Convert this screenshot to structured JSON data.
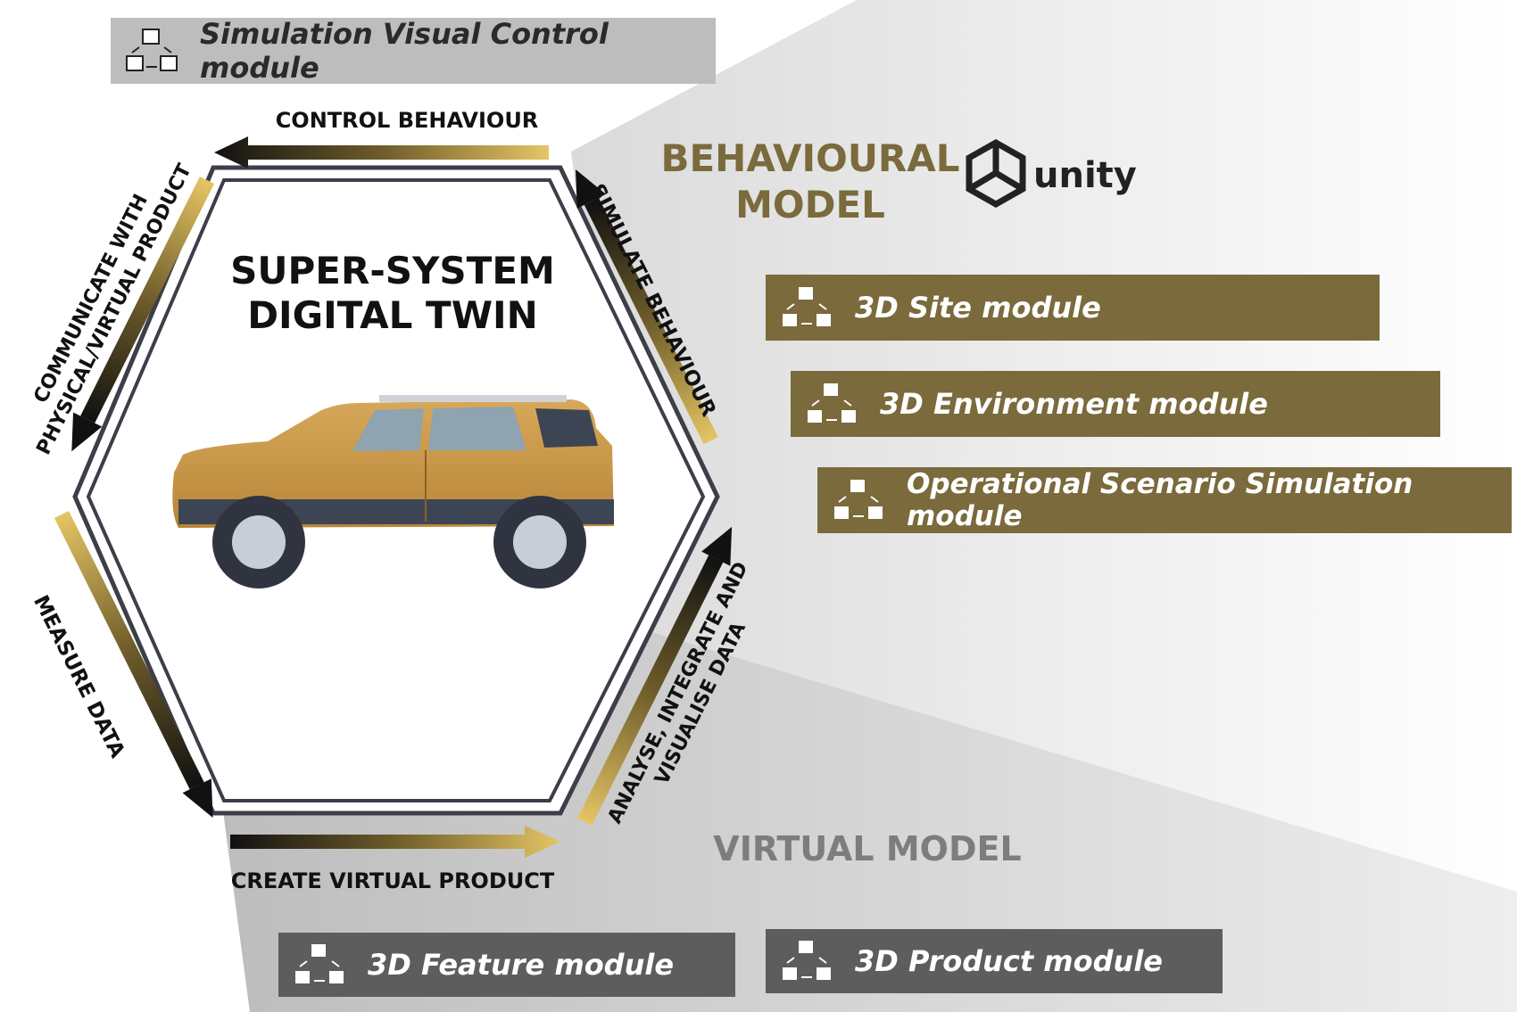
{
  "modules": {
    "control": "Simulation Visual Control module",
    "site": "3D Site module",
    "environment": "3D Environment module",
    "scenario": "Operational Scenario Simulation module",
    "feature": "3D Feature module",
    "product": "3D Product module"
  },
  "models": {
    "behavioural_line1": "BEHAVIOURAL",
    "behavioural_line2": "MODEL",
    "virtual": "VIRTUAL MODEL",
    "unity_label": "unity"
  },
  "center": {
    "line1": "SUPER-SYSTEM",
    "line2": "DIGITAL TWIN"
  },
  "arrows": {
    "control": "CONTROL BEHAVIOUR",
    "simulate": "SIMULATE BEHAVIOUR",
    "analyse_line1": "ANALYSE, INTEGRATE AND",
    "analyse_line2": "VISUALISE DATA",
    "create": "CREATE VIRTUAL PRODUCT",
    "measure": "MEASURE DATA",
    "communicate_line1": "COMMUNICATE WITH",
    "communicate_line2": "PHYSICAL/VIRTUAL PRODUCT"
  },
  "colors": {
    "gold": "#7a6a3c",
    "gold_light": "#e7c86a",
    "dark_grey": "#5d5d5d",
    "light_grey": "#bdbdbd",
    "virtual_text": "#7d7d7d"
  }
}
